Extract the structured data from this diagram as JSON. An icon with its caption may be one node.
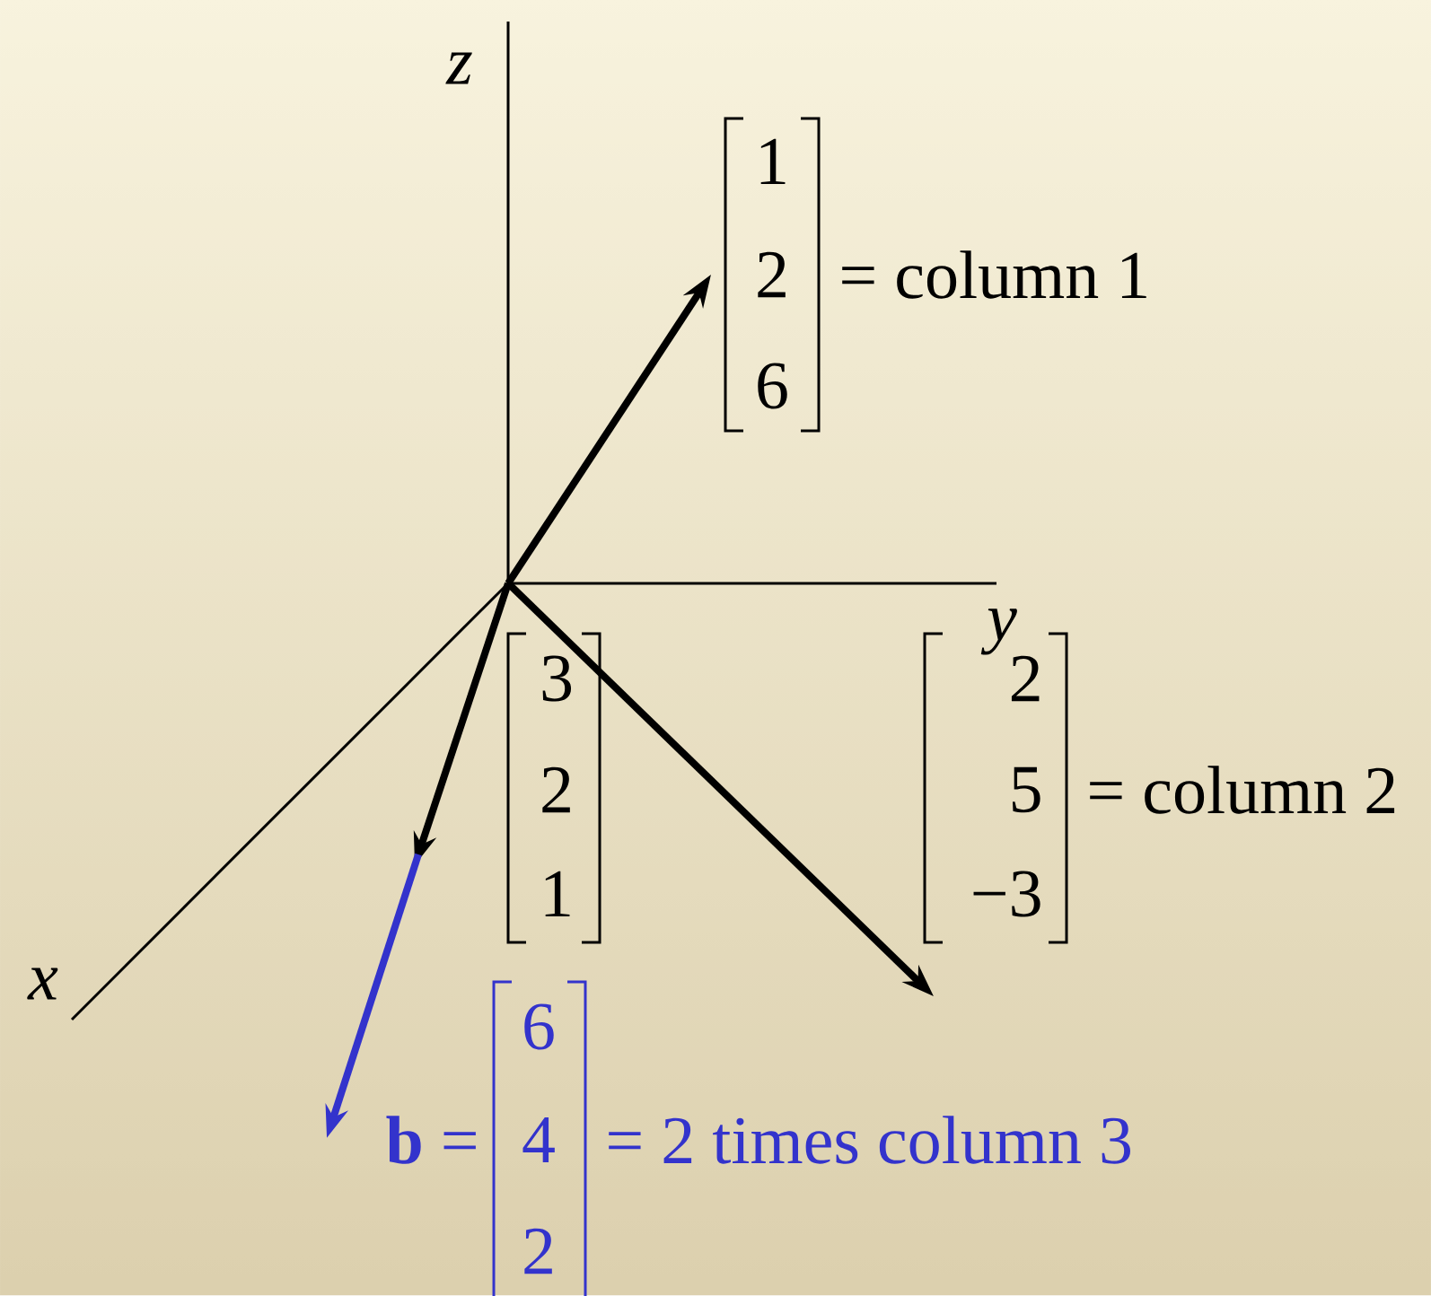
{
  "diagram": {
    "labels": [
      "z",
      "1",
      "2",
      "6",
      "= column 1",
      "y",
      "3",
      "2",
      "1",
      "2",
      "5",
      "= column 2",
      "−3",
      "x",
      "6",
      "**b** =",
      "4",
      "= 2 times column 3",
      "2"
    ]
  }
}
